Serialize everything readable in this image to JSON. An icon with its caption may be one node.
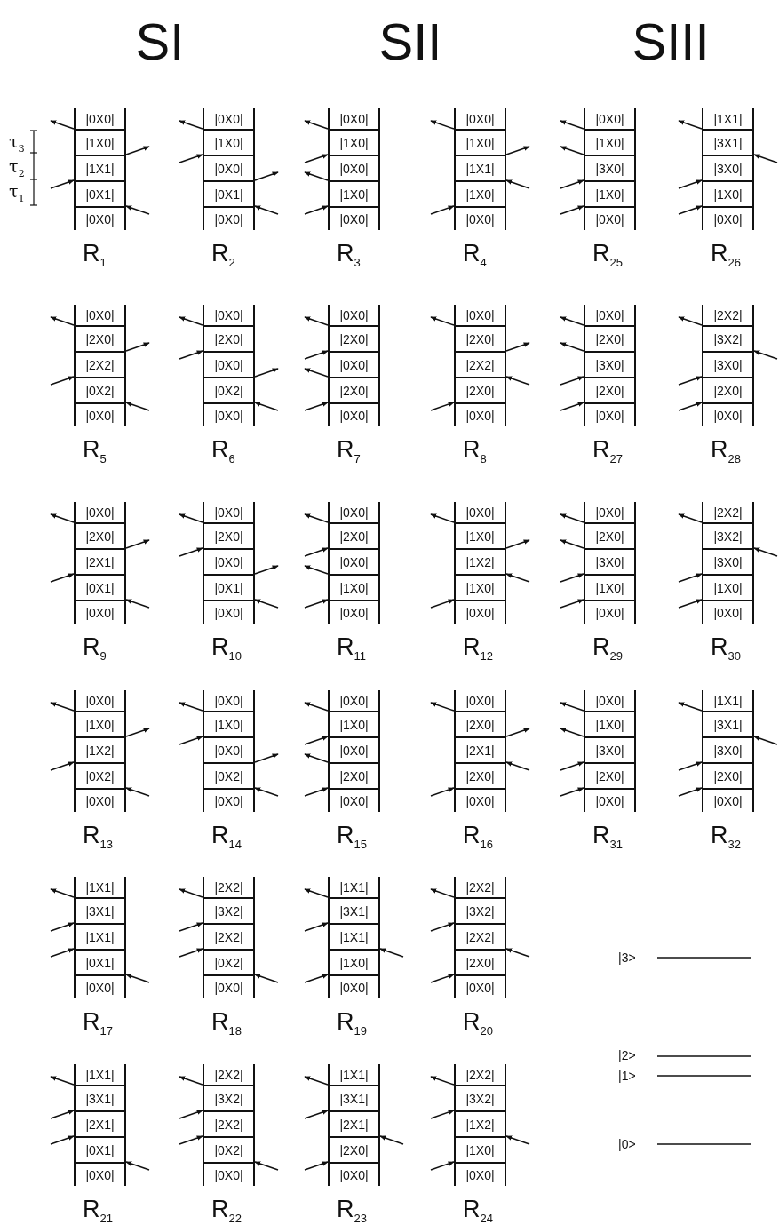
{
  "diagram": {
    "nodes": [
      {
        "text": [
          "|0X0|",
          "|1X0|",
          "|1X1|",
          "|0X1|",
          "|0X0|"
        ],
        "beside": [
          "R$_{1}$"
        ]
      },
      {
        "text": [
          "|0X0|",
          "|1X0|",
          "|0X0|",
          "|0X1|",
          "|0X0|"
        ],
        "beside": [
          "R$_{2}$"
        ]
      },
      {
        "text": [
          "|0X0|",
          "|1X0|",
          "|0X0|",
          "|1X0|",
          "|0X0|"
        ],
        "beside": [
          "R$_{3}$"
        ]
      },
      {
        "text": [
          "|0X0|",
          "|1X0|",
          "|1X1|",
          "|1X0|",
          "|0X0|"
        ],
        "beside": [
          "R$_{4}$"
        ]
      },
      {
        "text": [
          "|0X0|",
          "|1X0|",
          "|3X0|",
          "|1X0|",
          "|0X0|"
        ],
        "beside": [
          "R$_{25}$"
        ]
      },
      {
        "text": [
          "|1X1|",
          "|3X1|",
          "|3X0|",
          "|1X0|",
          "|0X0|"
        ],
        "beside": [
          "R$_{26}$"
        ]
      },
      {
        "text": [
          "|0X0|",
          "|2X0|",
          "|2X2|",
          "|0X2|",
          "|0X0|"
        ],
        "beside": [
          "R$_{5}$"
        ]
      },
      {
        "text": [
          "|0X0|",
          "|2X0|",
          "|0X0|",
          "|0X2|",
          "|0X0|"
        ],
        "beside": [
          "R$_{6}$"
        ]
      },
      {
        "text": [
          "|0X0|",
          "|2X0|",
          "|0X0|",
          "|2X0|",
          "|0X0|"
        ],
        "beside": [
          "R$_{7}$"
        ]
      },
      {
        "text": [
          "|0X0|",
          "|2X0|",
          "|2X2|",
          "|2X0|",
          "|0X0|"
        ],
        "beside": [
          "R$_{8}$"
        ]
      },
      {
        "text": [
          "|0X0|",
          "|2X0|",
          "|3X0|",
          "|2X0|",
          "|0X0|"
        ],
        "beside": [
          "R$_{27}$"
        ]
      },
      {
        "text": [
          "|2X2|",
          "|3X2|",
          "|3X0|",
          "|2X0|",
          "|0X0|"
        ],
        "beside": [
          "R$_{28}$"
        ]
      },
      {
        "text": [
          "|0X0|",
          "|2X0|",
          "|2X1|",
          "|0X1|",
          "|0X0|"
        ],
        "beside": [
          "R$_{9}$"
        ]
      },
      {
        "text": [
          "|0X0|",
          "|2X0|",
          "|0X0|",
          "|0X1|",
          "|0X0|"
        ],
        "beside": [
          "R$_{10}$"
        ]
      },
      {
        "text": [
          "|0X0|",
          "|2X0|",
          "|0X0|",
          "|1X0|",
          "|0X0|"
        ],
        "beside": [
          "R$_{11}$"
        ]
      },
      {
        "text": [
          "|0X0|",
          "|1X0|",
          "|1X2|",
          "|1X0|",
          "|0X0|"
        ],
        "beside": [
          "R$_{12}$"
        ]
      },
      {
        "text": [
          "|0X0|",
          "|2X0|",
          "|3X0|",
          "|1X0|",
          "|0X0|"
        ],
        "beside": [
          "R$_{29}$"
        ]
      },
      {
        "text": [
          "|2X2|",
          "|3X2|",
          "|3X0|",
          "|1X0|",
          "|0X0|"
        ],
        "beside": [
          "R$_{30}$"
        ]
      },
      {
        "text": [
          "|0X0|",
          "|1X0|",
          "|1X2|",
          "|0X2|",
          "|0X0|"
        ],
        "beside": [
          "R$_{13}$"
        ]
      },
      {
        "text": [
          "|0X0|",
          "|1X0|",
          "|0X0|",
          "|0X2|",
          "|0X0|"
        ],
        "beside": [
          "R$_{14}$"
        ]
      },
      {
        "text": [
          "|0X0|",
          "|1X0|",
          "|0X0|",
          "|2X0|",
          "|0X0|"
        ],
        "beside": [
          "R$_{15}$"
        ]
      },
      {
        "text": [
          "|0X0|",
          "|2X0|",
          "|2X1|",
          "|2X0|",
          "|0X0|"
        ],
        "beside": [
          "R$_{16}$"
        ]
      },
      {
        "text": [
          "|0X0|",
          "|1X0|",
          "|3X0|",
          "|2X0|",
          "|0X0|"
        ],
        "beside": [
          "R$_{31}$"
        ]
      },
      {
        "text": [
          "|1X1|",
          "|3X1|",
          "|3X0|",
          "|2X0|",
          "|0X0|"
        ],
        "beside": [
          "R$_{32}$"
        ]
      },
      {
        "text": [
          "|1X1|",
          "|3X1|",
          "|1X1|",
          "|0X1|",
          "|0X0|"
        ],
        "beside": [
          "R$_{17}$"
        ]
      },
      {
        "text": [
          "|2X2|",
          "|3X2|",
          "|2X2|",
          "|0X2|",
          "|0X0|"
        ],
        "beside": [
          "R$_{18}$"
        ]
      },
      {
        "text": [
          "|1X1|",
          "|3X1|",
          "|1X1|",
          "|1X0|",
          "|0X0|"
        ],
        "beside": [
          "R$_{19}$"
        ]
      },
      {
        "text": [
          "|2X2|",
          "|3X2|",
          "|2X2|",
          "|2X0|",
          "|0X0|"
        ],
        "beside": [
          "R$_{20}$"
        ]
      },
      {
        "text": [
          "|1X1|",
          "|3X1|",
          "|2X1|",
          "|0X1|",
          "|0X0|"
        ],
        "beside": [
          "R$_{21}$"
        ]
      },
      {
        "text": [
          "|2X2|",
          "|3X2|",
          "|2X2|",
          "|0X2|",
          "|0X0|"
        ],
        "beside": [
          "R$_{22}$"
        ]
      },
      {
        "text": [
          "|1X1|",
          "|3X1|",
          "|2X1|",
          "|2X0|",
          "|0X0|"
        ],
        "beside": [
          "R$_{23}$"
        ]
      },
      {
        "text": [
          "|2X2|",
          "|3X2|",
          "|1X2|",
          "|1X0|",
          "|0X0|"
        ],
        "beside": [
          "R$_{24}$"
        ]
      }
    ],
    "edges": [
      {
        "from": 0,
        "to": null,
        "arrow": "to"
      },
      {
        "from": 0,
        "to": null,
        "arrow": "to"
      },
      {
        "from": null,
        "to": 0,
        "arrow": "to"
      },
      {
        "from": null,
        "to": 0,
        "arrow": "to"
      },
      {
        "from": 1,
        "to": null,
        "arrow": "to"
      },
      {
        "from": null,
        "to": 1,
        "arrow": "to"
      },
      {
        "from": 1,
        "to": null,
        "arrow": "to"
      },
      {
        "from": null,
        "to": 1,
        "arrow": "to"
      },
      {
        "from": 2,
        "to": null,
        "arrow": "to"
      },
      {
        "from": null,
        "to": 2,
        "arrow": "to"
      },
      {
        "from": 2,
        "to": null,
        "arrow": "to"
      },
      {
        "from": null,
        "to": 2,
        "arrow": "to"
      },
      {
        "from": 3,
        "to": null,
        "arrow": "to"
      },
      {
        "from": 3,
        "to": null,
        "arrow": "to"
      },
      {
        "from": null,
        "to": 3,
        "arrow": "to"
      },
      {
        "from": null,
        "to": 3,
        "arrow": "to"
      },
      {
        "from": 4,
        "to": null,
        "arrow": "to"
      },
      {
        "from": 4,
        "to": null,
        "arrow": "to"
      },
      {
        "from": null,
        "to": 4,
        "arrow": "to"
      },
      {
        "from": null,
        "to": 4,
        "arrow": "to"
      },
      {
        "from": 5,
        "to": null,
        "arrow": "to"
      },
      {
        "from": null,
        "to": 5,
        "arrow": "to"
      },
      {
        "from": null,
        "to": 5,
        "arrow": "to"
      },
      {
        "from": null,
        "to": 5,
        "arrow": "to"
      },
      {
        "from": 6,
        "to": null,
        "arrow": "to"
      },
      {
        "from": 6,
        "to": null,
        "arrow": "to"
      },
      {
        "from": null,
        "to": 6,
        "arrow": "to"
      },
      {
        "from": null,
        "to": 6,
        "arrow": "to"
      },
      {
        "from": 7,
        "to": null,
        "arrow": "to"
      },
      {
        "from": null,
        "to": 7,
        "arrow": "to"
      },
      {
        "from": 7,
        "to": null,
        "arrow": "to"
      },
      {
        "from": null,
        "to": 7,
        "arrow": "to"
      },
      {
        "from": 8,
        "to": null,
        "arrow": "to"
      },
      {
        "from": null,
        "to": 8,
        "arrow": "to"
      },
      {
        "from": 8,
        "to": null,
        "arrow": "to"
      },
      {
        "from": null,
        "to": 8,
        "arrow": "to"
      },
      {
        "from": 9,
        "to": null,
        "arrow": "to"
      },
      {
        "from": 9,
        "to": null,
        "arrow": "to"
      },
      {
        "from": null,
        "to": 9,
        "arrow": "to"
      },
      {
        "from": null,
        "to": 9,
        "arrow": "to"
      },
      {
        "from": 10,
        "to": null,
        "arrow": "to"
      },
      {
        "from": 10,
        "to": null,
        "arrow": "to"
      },
      {
        "from": null,
        "to": 10,
        "arrow": "to"
      },
      {
        "from": null,
        "to": 10,
        "arrow": "to"
      },
      {
        "from": 11,
        "to": null,
        "arrow": "to"
      },
      {
        "from": null,
        "to": 11,
        "arrow": "to"
      },
      {
        "from": null,
        "to": 11,
        "arrow": "to"
      },
      {
        "from": null,
        "to": 11,
        "arrow": "to"
      },
      {
        "from": 12,
        "to": null,
        "arrow": "to"
      },
      {
        "from": 12,
        "to": null,
        "arrow": "to"
      },
      {
        "from": null,
        "to": 12,
        "arrow": "to"
      },
      {
        "from": null,
        "to": 12,
        "arrow": "to"
      },
      {
        "from": 13,
        "to": null,
        "arrow": "to"
      },
      {
        "from": null,
        "to": 13,
        "arrow": "to"
      },
      {
        "from": 13,
        "to": null,
        "arrow": "to"
      },
      {
        "from": null,
        "to": 13,
        "arrow": "to"
      },
      {
        "from": 14,
        "to": null,
        "arrow": "to"
      },
      {
        "from": null,
        "to": 14,
        "arrow": "to"
      },
      {
        "from": 14,
        "to": null,
        "arrow": "to"
      },
      {
        "from": null,
        "to": 14,
        "arrow": "to"
      },
      {
        "from": 15,
        "to": null,
        "arrow": "to"
      },
      {
        "from": 15,
        "to": null,
        "arrow": "to"
      },
      {
        "from": null,
        "to": 15,
        "arrow": "to"
      },
      {
        "from": null,
        "to": 15,
        "arrow": "to"
      },
      {
        "from": 16,
        "to": null,
        "arrow": "to"
      },
      {
        "from": 16,
        "to": null,
        "arrow": "to"
      },
      {
        "from": null,
        "to": 16,
        "arrow": "to"
      },
      {
        "from": null,
        "to": 16,
        "arrow": "to"
      },
      {
        "from": 17,
        "to": null,
        "arrow": "to"
      },
      {
        "from": null,
        "to": 17,
        "arrow": "to"
      },
      {
        "from": null,
        "to": 17,
        "arrow": "to"
      },
      {
        "from": null,
        "to": 17,
        "arrow": "to"
      },
      {
        "from": 18,
        "to": null,
        "arrow": "to"
      },
      {
        "from": 18,
        "to": null,
        "arrow": "to"
      },
      {
        "from": null,
        "to": 18,
        "arrow": "to"
      },
      {
        "from": null,
        "to": 18,
        "arrow": "to"
      },
      {
        "from": 19,
        "to": null,
        "arrow": "to"
      },
      {
        "from": null,
        "to": 19,
        "arrow": "to"
      },
      {
        "from": 19,
        "to": null,
        "arrow": "to"
      },
      {
        "from": null,
        "to": 19,
        "arrow": "to"
      },
      {
        "from": 20,
        "to": null,
        "arrow": "to"
      },
      {
        "from": null,
        "to": 20,
        "arrow": "to"
      },
      {
        "from": 20,
        "to": null,
        "arrow": "to"
      },
      {
        "from": null,
        "to": 20,
        "arrow": "to"
      },
      {
        "from": 21,
        "to": null,
        "arrow": "to"
      },
      {
        "from": 21,
        "to": null,
        "arrow": "to"
      },
      {
        "from": null,
        "to": 21,
        "arrow": "to"
      },
      {
        "from": null,
        "to": 21,
        "arrow": "to"
      },
      {
        "from": 22,
        "to": null,
        "arrow": "to"
      },
      {
        "from": 22,
        "to": null,
        "arrow": "to"
      },
      {
        "from": null,
        "to": 22,
        "arrow": "to"
      },
      {
        "from": null,
        "to": 22,
        "arrow": "to"
      },
      {
        "from": 23,
        "to": null,
        "arrow": "to"
      },
      {
        "from": null,
        "to": 23,
        "arrow": "to"
      },
      {
        "from": null,
        "to": 23,
        "arrow": "to"
      },
      {
        "from": null,
        "to": 23,
        "arrow": "to"
      },
      {
        "from": 24,
        "to": null,
        "arrow": "to"
      },
      {
        "from": null,
        "to": 24,
        "arrow": "to"
      },
      {
        "from": null,
        "to": 24,
        "arrow": "to"
      },
      {
        "from": null,
        "to": 24,
        "arrow": "to"
      },
      {
        "from": 25,
        "to": null,
        "arrow": "to"
      },
      {
        "from": null,
        "to": 25,
        "arrow": "to"
      },
      {
        "from": null,
        "to": 25,
        "arrow": "to"
      },
      {
        "from": null,
        "to": 25,
        "arrow": "to"
      },
      {
        "from": 26,
        "to": null,
        "arrow": "to"
      },
      {
        "from": null,
        "to": 26,
        "arrow": "to"
      },
      {
        "from": null,
        "to": 26,
        "arrow": "to"
      },
      {
        "from": null,
        "to": 26,
        "arrow": "to"
      },
      {
        "from": 27,
        "to": null,
        "arrow": "to"
      },
      {
        "from": null,
        "to": 27,
        "arrow": "to"
      },
      {
        "from": null,
        "to": 27,
        "arrow": "to"
      },
      {
        "from": null,
        "to": 27,
        "arrow": "to"
      },
      {
        "from": 28,
        "to": null,
        "arrow": "to"
      },
      {
        "from": null,
        "to": 28,
        "arrow": "to"
      },
      {
        "from": null,
        "to": 28,
        "arrow": "to"
      },
      {
        "from": null,
        "to": 28,
        "arrow": "to"
      },
      {
        "from": 29,
        "to": null,
        "arrow": "to"
      },
      {
        "from": null,
        "to": 29,
        "arrow": "to"
      },
      {
        "from": null,
        "to": 29,
        "arrow": "to"
      },
      {
        "from": null,
        "to": 29,
        "arrow": "to"
      },
      {
        "from": 30,
        "to": null,
        "arrow": "to"
      },
      {
        "from": null,
        "to": 30,
        "arrow": "to"
      },
      {
        "from": null,
        "to": 30,
        "arrow": "to"
      },
      {
        "from": null,
        "to": 30,
        "arrow": "to"
      },
      {
        "from": 31,
        "to": null,
        "arrow": "to"
      },
      {
        "from": null,
        "to": 31,
        "arrow": "to"
      },
      {
        "from": null,
        "to": 31,
        "arrow": "to"
      },
      {
        "from": null,
        "to": 31,
        "arrow": "to"
      }
    ],
    "labels": [
      "SI",
      "SII",
      "SIII",
      "τ$_{3}$",
      "τ$_{2}$",
      "τ$_{1}$",
      "|3>",
      "|2>",
      "|1>",
      "|0>"
    ]
  }
}
